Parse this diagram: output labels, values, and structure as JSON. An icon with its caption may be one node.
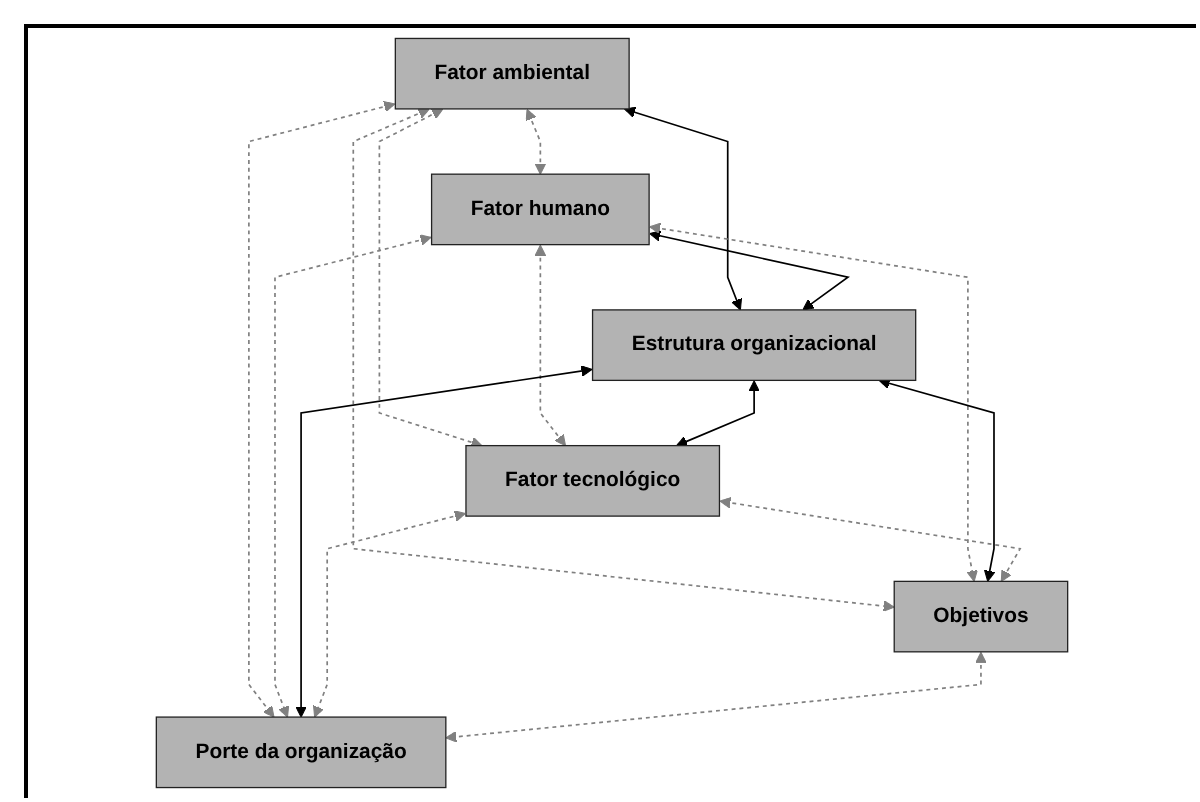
{
  "diagram": {
    "nodes": [
      {
        "text": [
          "Fator ambiental"
        ]
      },
      {
        "text": [
          "Fator humano"
        ]
      },
      {
        "text": [
          "Estrutura organizacional"
        ]
      },
      {
        "text": [
          "Fator tecnológico"
        ]
      },
      {
        "text": [
          "Objetivos"
        ]
      },
      {
        "text": [
          "Porte da organização"
        ]
      }
    ],
    "edges": [
      {
        "from": 0,
        "to": 1,
        "arrow": "both",
        "style": "dashed"
      },
      {
        "from": 0,
        "to": 2,
        "arrow": "both",
        "color": "#000000"
      },
      {
        "from": 1,
        "to": 2,
        "arrow": "both",
        "color": "#000000"
      },
      {
        "from": 0,
        "to": 3,
        "arrow": "both",
        "style": "dashed"
      },
      {
        "from": 0,
        "to": 5,
        "arrow": "both",
        "style": "dashed"
      },
      {
        "from": 0,
        "to": 4,
        "arrow": "both",
        "style": "dashed"
      },
      {
        "from": 1,
        "to": 3,
        "arrow": "both",
        "style": "dashed"
      },
      {
        "from": 1,
        "to": 5,
        "arrow": "both",
        "style": "dashed"
      },
      {
        "from": 1,
        "to": 4,
        "arrow": "both",
        "style": "dashed"
      },
      {
        "from": 2,
        "to": 3,
        "arrow": "both",
        "color": "#000000"
      },
      {
        "from": 2,
        "to": 4,
        "arrow": "both",
        "color": "#000000"
      },
      {
        "from": 2,
        "to": 5,
        "arrow": "both",
        "color": "#000000"
      },
      {
        "from": 3,
        "to": 4,
        "arrow": "both",
        "style": "dashed"
      },
      {
        "from": 3,
        "to": 5,
        "arrow": "both",
        "style": "dashed"
      },
      {
        "from": 4,
        "to": 5,
        "arrow": "both",
        "style": "dashed"
      }
    ]
  }
}
